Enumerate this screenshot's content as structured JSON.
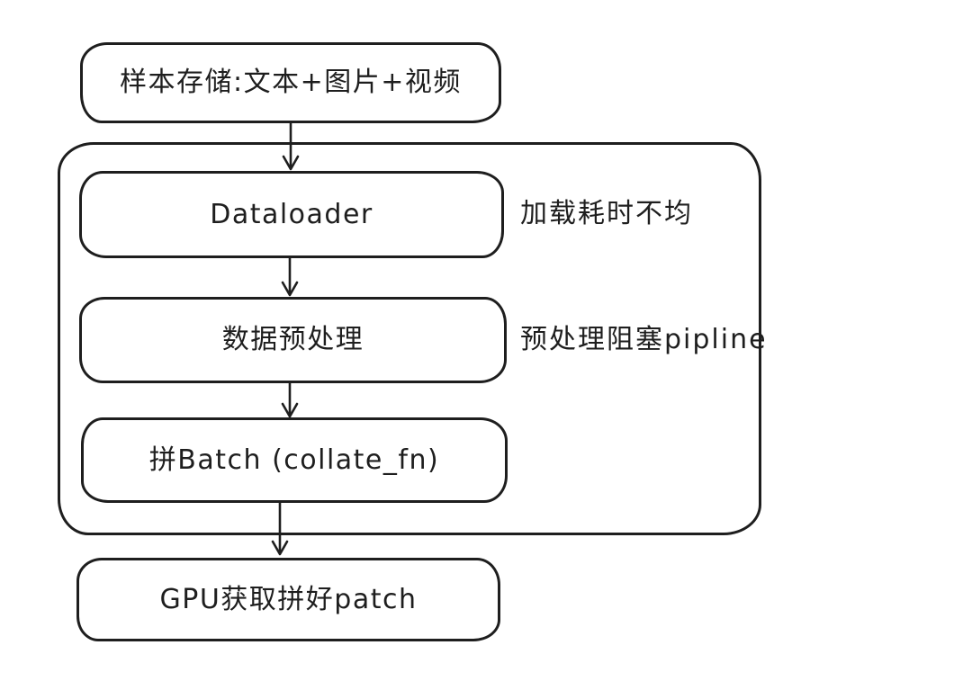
{
  "diagram": {
    "type": "flowchart",
    "style": "hand-drawn",
    "nodes": {
      "storage": {
        "label": "样本存储:文本+图片+视频"
      },
      "dataloader": {
        "label": "Dataloader"
      },
      "preprocess": {
        "label": "数据预处理"
      },
      "batch": {
        "label": "拼Batch (collate_fn)"
      },
      "gpu": {
        "label": "GPU获取拼好patch"
      }
    },
    "annotations": {
      "dataloader_note": "加载耗时不均",
      "preprocess_note": "预处理阻塞pipline"
    },
    "edges": [
      {
        "from": "storage",
        "to": "dataloader"
      },
      {
        "from": "dataloader",
        "to": "preprocess"
      },
      {
        "from": "preprocess",
        "to": "batch"
      },
      {
        "from": "batch",
        "to": "gpu"
      }
    ],
    "group": {
      "contains": [
        "dataloader",
        "preprocess",
        "batch"
      ]
    },
    "colors": {
      "stroke": "#1e1e1e",
      "background": "#ffffff"
    }
  }
}
